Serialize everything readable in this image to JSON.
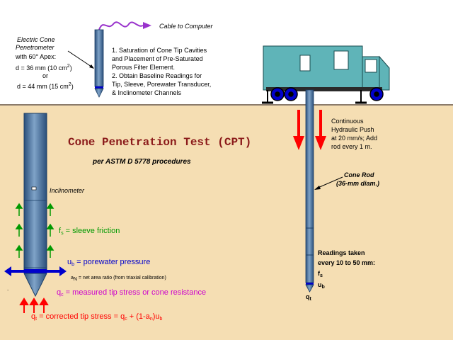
{
  "colors": {
    "sky": "#ffffff",
    "soil": "#f5deb3",
    "ground_line": "#8b7b6b",
    "rod": "#5a7fa6",
    "rod_dark": "#1c3f66",
    "truck": "#5fb4b8",
    "wheel": "#0000cc",
    "title": "#8b1a1a",
    "friction_green": "#009900",
    "porewater_blue": "#0000cc",
    "tip_magenta": "#cc00cc",
    "red": "#ff0000",
    "cable_purple": "#9933cc"
  },
  "cable_label": "Cable to Computer",
  "cone_spec": {
    "line1": "Electric Cone",
    "line2": "Penetrometer",
    "line3": "with 60° Apex:",
    "line4_pre": "d = 36 mm (10 cm",
    "line4_sup": "2",
    "line4_post": ")",
    "line5": "or",
    "line6_pre": "d = 44 mm (15 cm",
    "line6_sup": "2",
    "line6_post": ")"
  },
  "steps": {
    "line1": "1.  Saturation of Cone Tip Cavities",
    "line2": "and Placement of Pre-Saturated",
    "line3": "Porous Filter Element.",
    "line4": "2.  Obtain Baseline Readings for",
    "line5": "Tip, Sleeve, Porewater Transducer,",
    "line6": "& Inclinometer Channels"
  },
  "title": "Cone Penetration Test (CPT)",
  "subtitle": "per ASTM D 5778 procedures",
  "inclinometer": "Inclinometer",
  "push": {
    "line1": "Continuous",
    "line2": "Hydraulic Push",
    "line3": "at 20 mm/s; Add",
    "line4": "rod every 1 m."
  },
  "cone_rod": {
    "line1": "Cone Rod",
    "line2": "(36-mm diam.)"
  },
  "readings": {
    "line1": "Readings taken",
    "line2": "every 10 to 50 mm:",
    "fs": "f",
    "fs_sub": "s",
    "ub": "u",
    "ub_sub": "b",
    "qt": "q",
    "qt_sub": "t"
  },
  "labels": {
    "fs_sym": "f",
    "fs_sub": "s",
    "fs_text": " = sleeve friction",
    "ub_sym": "u",
    "ub_sub": "b",
    "ub_text": " = porewater pressure",
    "an_sym": "a",
    "an_sub": "N",
    "an_text": " = net area ratio (from triaxial calibration)",
    "qc_sym": "q",
    "qc_sub": "c",
    "qc_text": " = measured tip stress or cone resistance",
    "qt_sym": "q",
    "qt_sub": "t",
    "qt_text1": " = corrected tip stress = q",
    "qt_sub2": "c",
    "qt_text2": " + (1-a",
    "qt_sub3": "n",
    "qt_text3": ")u",
    "qt_sub4": "b"
  }
}
